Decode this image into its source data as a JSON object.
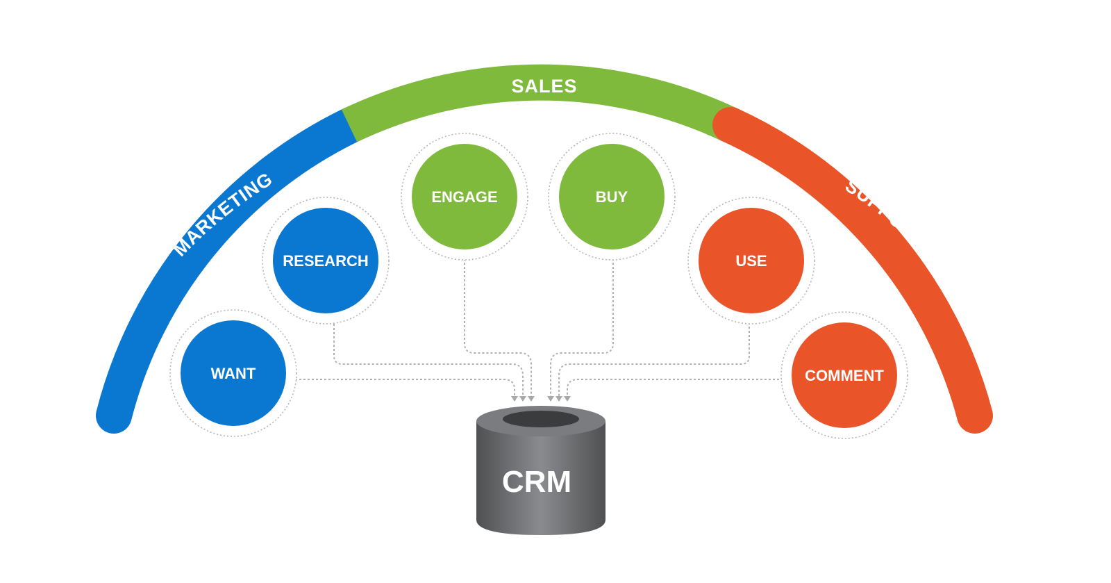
{
  "phases": [
    {
      "id": "marketing",
      "label": "MARKETING",
      "color": "#0a78d1"
    },
    {
      "id": "sales",
      "label": "SALES",
      "color": "#7fba3c"
    },
    {
      "id": "support",
      "label": "SUPPORT",
      "color": "#e95428"
    }
  ],
  "stages": [
    {
      "id": "want",
      "label": "WANT",
      "phase": "marketing"
    },
    {
      "id": "research",
      "label": "RESEARCH",
      "phase": "marketing"
    },
    {
      "id": "engage",
      "label": "ENGAGE",
      "phase": "sales"
    },
    {
      "id": "buy",
      "label": "BUY",
      "phase": "sales"
    },
    {
      "id": "use",
      "label": "USE",
      "phase": "support"
    },
    {
      "id": "comment",
      "label": "COMMENT",
      "phase": "support"
    }
  ],
  "crm": {
    "label": "CRM",
    "color": "#6d6e71"
  }
}
